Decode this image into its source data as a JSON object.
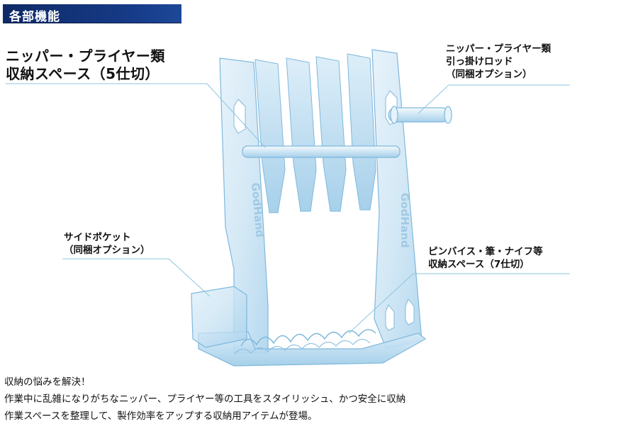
{
  "header": {
    "title": "各部機能"
  },
  "callouts": {
    "nipper_space": {
      "lines": [
        "ニッパー・プライヤー類",
        "収納スペース（5仕切）"
      ]
    },
    "rod": {
      "lines": [
        "ニッパー・プライヤー類",
        "引っ掛けロッド",
        "（同梱オプション）"
      ]
    },
    "side_pocket": {
      "lines": [
        "サイドポケット",
        "（同梱オプション）"
      ]
    },
    "pin_space": {
      "lines": [
        "ピンバイス・筆・ナイフ等",
        "収納スペース（7仕切）"
      ]
    }
  },
  "product": {
    "engraving": "GodHand",
    "colors": {
      "acrylic": "#cfe6f5",
      "acrylic_edge": "#7fb8dc",
      "header": "#163a86",
      "rule": "#a8d4e8"
    }
  },
  "description": {
    "lines": [
      "収納の悩みを解決！",
      "作業中に乱雑になりがちなニッパー、プライヤー等の工具をスタイリッシュ、かつ安全に収納",
      "作業スペースを整理して、製作効率をアップする収納用アイテムが登場。"
    ]
  }
}
